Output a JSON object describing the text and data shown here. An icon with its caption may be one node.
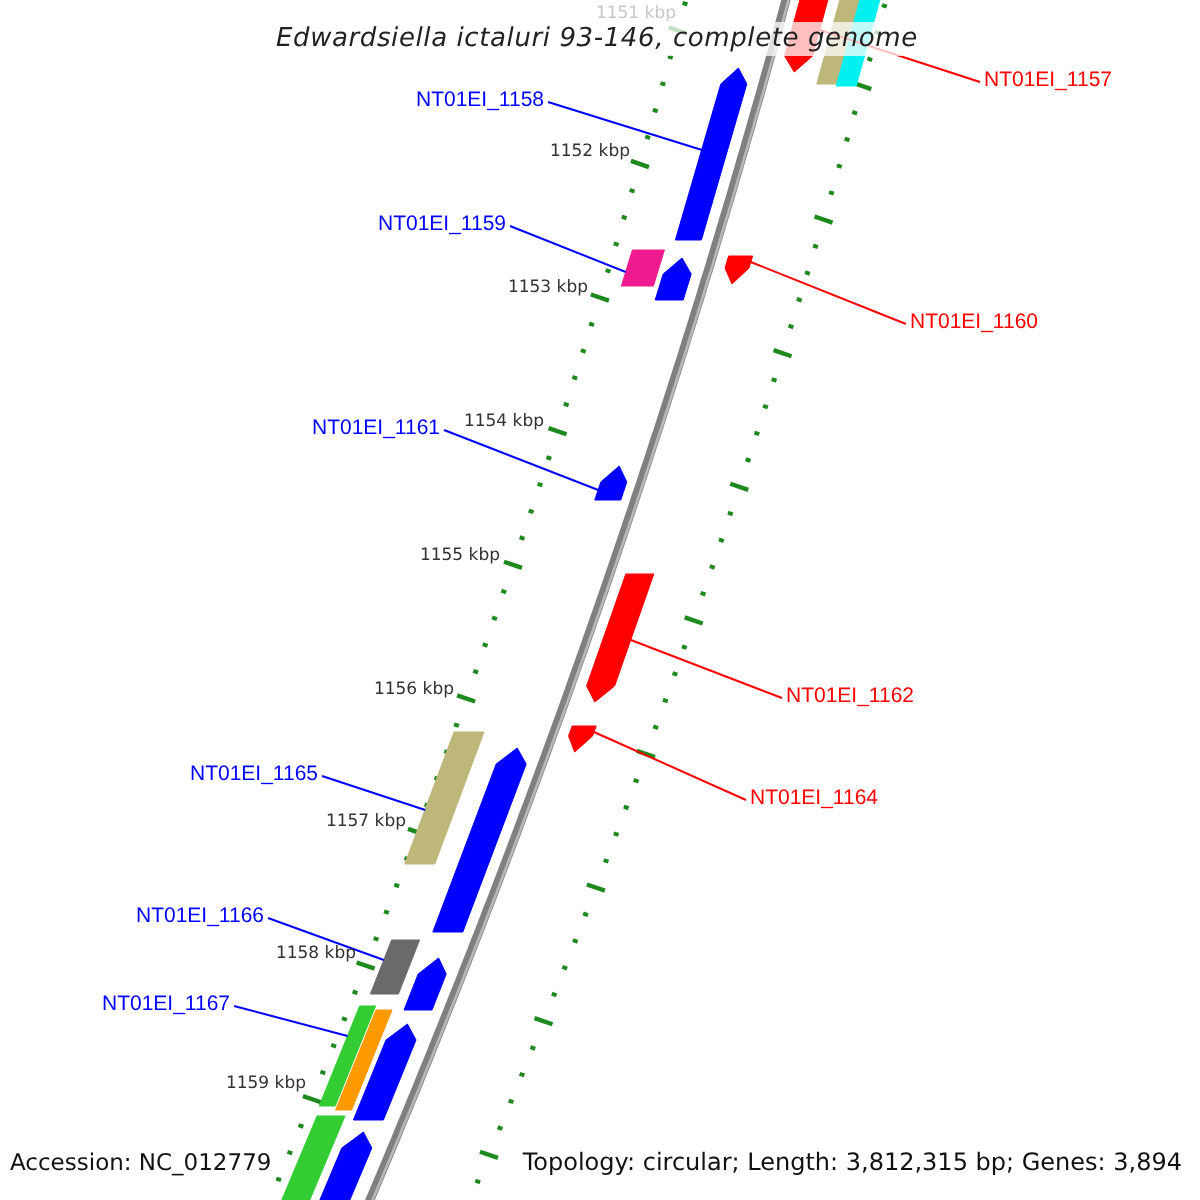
{
  "diagram": {
    "title": "Edwardsiella ictaluri 93-146, complete genome",
    "nodes": [
      {
        "text": [
          "NT01EI_1157"
        ]
      },
      {
        "text": [],
        "shape": "arrow"
      },
      {
        "text": [
          "NT01EI_1158"
        ]
      },
      {
        "text": [],
        "shape": "arrow"
      },
      {
        "text": [
          "NT01EI_1159"
        ]
      },
      {
        "text": [],
        "shape": "bar"
      },
      {
        "text": [
          "NT01EI_1160"
        ]
      },
      {
        "text": [],
        "shape": "arrow"
      },
      {
        "text": [
          "NT01EI_1161"
        ]
      },
      {
        "text": [],
        "shape": "arrow"
      },
      {
        "text": [
          "NT01EI_1162"
        ]
      },
      {
        "text": [],
        "shape": "arrow"
      },
      {
        "text": [
          "NT01EI_1164"
        ]
      },
      {
        "text": [],
        "shape": "arrow"
      },
      {
        "text": [
          "NT01EI_1165"
        ]
      },
      {
        "text": [],
        "shape": "bar"
      },
      {
        "text": [
          "NT01EI_1166"
        ]
      },
      {
        "text": [],
        "shape": "bar"
      },
      {
        "text": [
          "NT01EI_1167"
        ]
      },
      {
        "text": [],
        "shape": "bar"
      },
      {
        "text": [],
        "shape": "bar"
      },
      {
        "text": [],
        "shape": "bar"
      },
      {
        "text": [],
        "shape": "arrow"
      },
      {
        "text": [],
        "shape": "arrow"
      },
      {
        "text": [],
        "shape": "arrow"
      },
      {
        "text": [],
        "shape": "bar"
      },
      {
        "text": [],
        "shape": "arrow"
      },
      {
        "text": [],
        "shape": "bar"
      },
      {
        "text": [],
        "shape": "arrow"
      }
    ],
    "edges": [
      {
        "from": 0,
        "to": 1,
        "arrow": "none",
        "color": "#ff0000"
      },
      {
        "from": 2,
        "to": 3,
        "arrow": "none"
      },
      {
        "from": 4,
        "to": 5,
        "arrow": "none"
      },
      {
        "from": 6,
        "to": 7,
        "arrow": "none",
        "color": "#ff0000"
      },
      {
        "from": 8,
        "to": 9,
        "arrow": "none"
      },
      {
        "from": 10,
        "to": 11,
        "arrow": "none",
        "color": "#ff0000"
      },
      {
        "from": 12,
        "to": 13,
        "arrow": "none",
        "color": "#ff0000"
      },
      {
        "from": 14,
        "to": 15,
        "arrow": "none"
      },
      {
        "from": 16,
        "to": 17,
        "arrow": "none"
      },
      {
        "from": 18,
        "to": 19,
        "arrow": "none"
      }
    ],
    "labels": [
      "1151 kbp",
      "1152 kbp",
      "1153 kbp",
      "1154 kbp",
      "1155 kbp",
      "1156 kbp",
      "1157 kbp",
      "1158 kbp",
      "1159 kbp",
      "Accession: NC_012779",
      "Topology: circular; Length: 3,812,315 bp; Genes: 3,894"
    ]
  }
}
